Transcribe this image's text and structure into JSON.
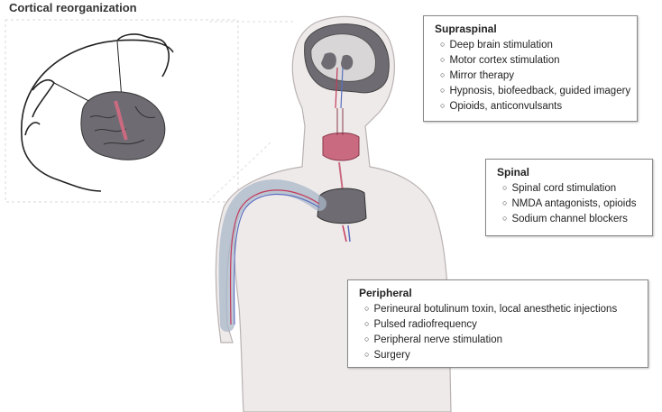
{
  "title": "Cortical reorganization",
  "supraspinal": {
    "header": "Supraspinal",
    "items": [
      "Deep brain stimulation",
      "Motor cortex stimulation",
      "Mirror therapy",
      "Hypnosis, biofeedback, guided imagery",
      "Opioids, anticonvulsants"
    ]
  },
  "spinal": {
    "header": "Spinal",
    "items": [
      "Spinal cord stimulation",
      "NMDA antagonists, opioids",
      "Sodium channel blockers"
    ]
  },
  "peripheral": {
    "header": "Peripheral",
    "items": [
      "Perineural botulinum toxin, local anesthetic injections",
      "Pulsed radiofrequency",
      "Peripheral nerve stimulation",
      "Surgery"
    ]
  },
  "colors": {
    "body_fill": "#efeaea",
    "body_stroke": "#b9b2b2",
    "nerve_red": "#c23a5b",
    "nerve_blue": "#5a6fc0",
    "cord_pink": "#c96a80",
    "brain_gray": "#6e6b72"
  }
}
